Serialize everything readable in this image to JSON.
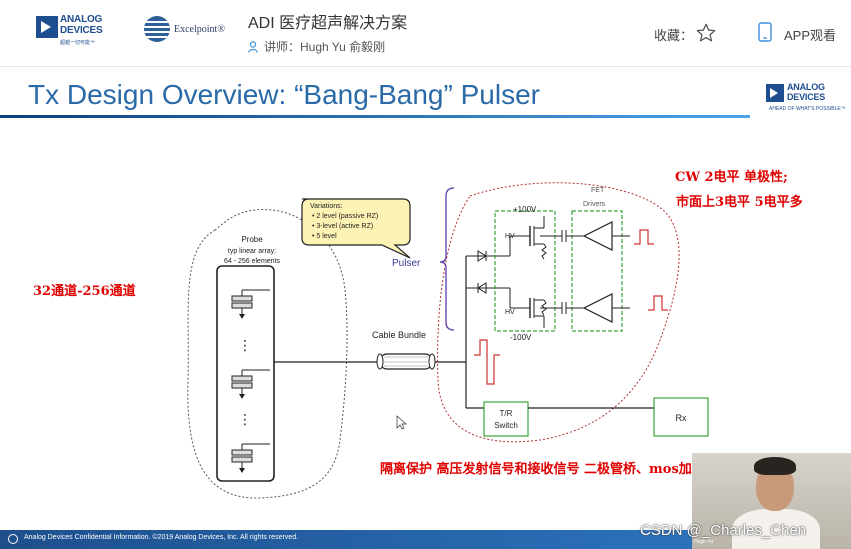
{
  "header": {
    "adi_logo": {
      "line1": "ANALOG",
      "line2": "DEVICES",
      "tagline": "超越一切可能™"
    },
    "partner_logo": {
      "name": "Excelpoint®"
    },
    "course_title": "ADI 医疗超声解决方案",
    "lecturer": "讲师：Hugh Yu 俞毅刚",
    "favorite_label": "收藏：",
    "app_view_label": "APP观看"
  },
  "slide": {
    "title": "Tx Design Overview: “Bang-Bang” Pulser",
    "adi_logo": {
      "line1": "ANALOG",
      "line2": "DEVICES",
      "tagline": "AHEAD OF WHAT'S POSSIBLE™"
    },
    "diagram": {
      "variations": {
        "title": "Variations:",
        "items": [
          "• 2 level (passive RZ)",
          "• 3-level (active RZ)",
          "• 5 level"
        ]
      },
      "probe_label": "Probe",
      "probe_sub1": "typ linear array:",
      "probe_sub2": "64 - 256 elements",
      "pulser_label": "Pulser",
      "cable_label": "Cable Bundle",
      "fet_label1": "FET",
      "fet_label2": "Drivers",
      "plus_v": "+100V",
      "minus_v": "-100V",
      "hv_top": "HV",
      "hv_bottom": "HV",
      "tr_switch1": "T/R",
      "tr_switch2": "Switch",
      "rx_label": "Rx",
      "dots": "⋮"
    },
    "annotations": {
      "note1": "CW 2电平 单极性;",
      "note2": "市面上3电平 5电平多",
      "note3": "32通道-256通道",
      "note4": "隔离保护 高压发射信号和接收信号 二极管桥、mos加AFE"
    },
    "footer": "Analog Devices Confidential Information. ©2019 Analog Devices, Inc. All rights reserved."
  },
  "overlay": {
    "watermark": "CSDN @_Charles_Chen",
    "webcam_name": "Hugh Yu"
  },
  "colors": {
    "adi_blue": "#1d4e8f",
    "title_blue": "#2a6aa8",
    "annotation_red": "#e00000",
    "fet_green": "#3aa33a",
    "pulser_purple": "#5a3aa8",
    "signal_red": "#d03030"
  }
}
